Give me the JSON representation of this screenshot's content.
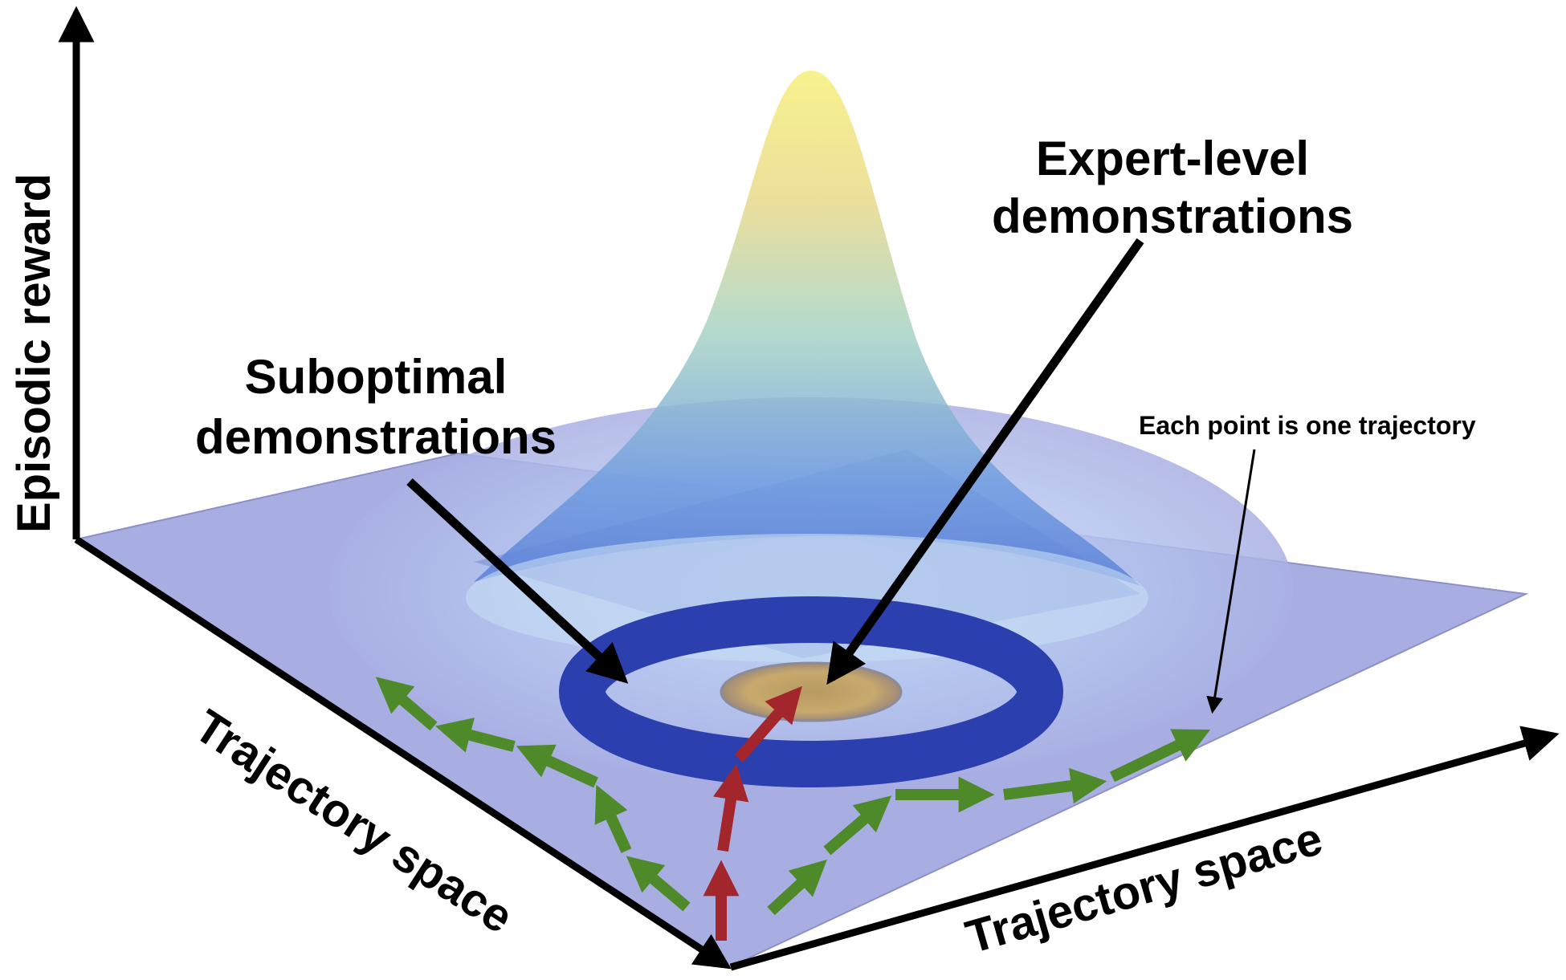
{
  "labels": {
    "y_axis": "Episodic reward",
    "x_axis_left": "Trajectory space",
    "x_axis_right": "Trajectory space",
    "expert_line1": "Expert-level",
    "expert_line2": "demonstrations",
    "suboptimal_line1": "Suboptimal",
    "suboptimal_line2": "demonstrations",
    "point_note": "Each point is one trajectory"
  },
  "colors": {
    "floor": "#a9aee3",
    "floor_edge": "#8d90c8",
    "bell_top": "#f7ef7a",
    "bell_mid": "#9fd0c7",
    "bell_base": "#5b82d8",
    "ring": "#2b3fae",
    "center_disc": "#c9a86a",
    "path_green": "#4f8a2a",
    "path_red": "#a3262d",
    "axis": "#000000"
  }
}
